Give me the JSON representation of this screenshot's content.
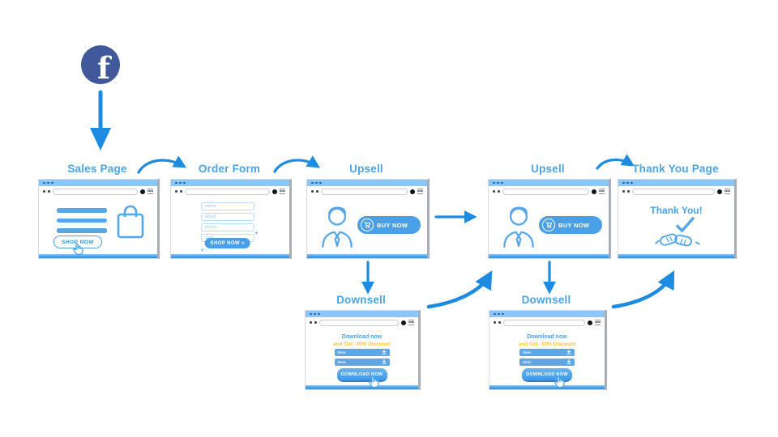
{
  "source": {
    "network": "facebook",
    "letter": "f"
  },
  "pages": {
    "sales_page": {
      "title": "Sales Page",
      "shop_button": "SHOP NOW"
    },
    "order_form": {
      "title": "Order Form",
      "fields": [
        "name",
        "email",
        "phone",
        "card"
      ],
      "submit_button": "SHOP NOW",
      "submit_chevron": "»"
    },
    "upsell_1": {
      "title": "Upsell",
      "buy_button": "BUY NOW"
    },
    "upsell_2": {
      "title": "Upsell",
      "buy_button": "BUY NOW"
    },
    "thank_you": {
      "title": "Thank You Page",
      "message": "Thank You!"
    },
    "downsell_1": {
      "title": "Downsell",
      "heading": "Download now",
      "subheading": "and Get -30% Discount",
      "items": [
        "Item",
        "Item"
      ],
      "download_button": "DOWNLOAD NOW"
    },
    "downsell_2": {
      "title": "Downsell",
      "heading": "Download now",
      "subheading": "and Get -30% Discount",
      "items": [
        "Item",
        "Item"
      ],
      "download_button": "DOWNLOAD NOW"
    }
  },
  "colors": {
    "arrow": "#1d8be0",
    "accent": "#4aa0e6",
    "title": "#4ba4e6",
    "facebook": "#41599b",
    "highlight": "#f6c63e"
  }
}
